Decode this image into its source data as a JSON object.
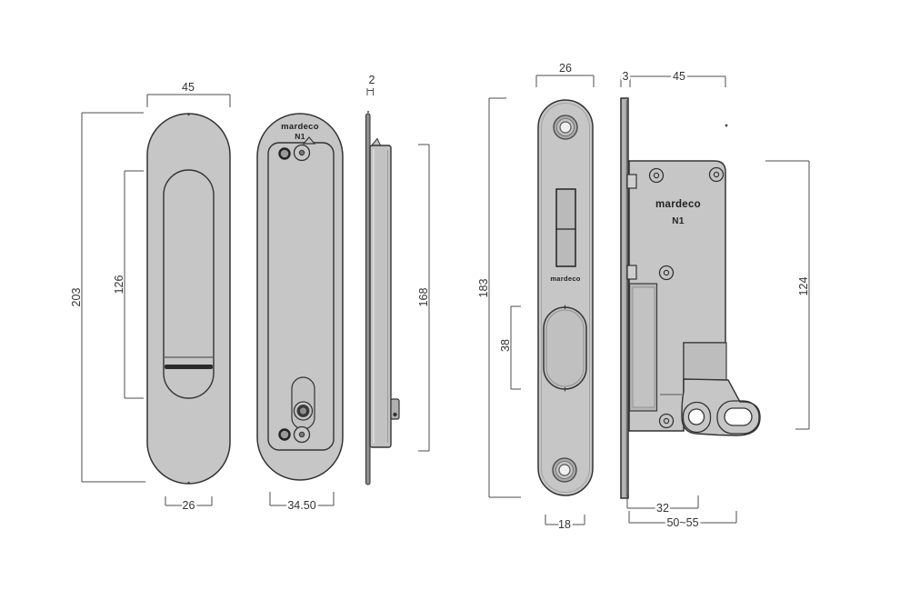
{
  "colors": {
    "background": "#ffffff",
    "part_fill": "#c6c6c6",
    "part_fill_dark": "#b5b5b5",
    "outline": "#333333",
    "dimension_line": "#4d4d4d",
    "dimension_text": "#333333"
  },
  "views": {
    "front_pull": {
      "dim_width": "45",
      "dim_height": "203",
      "dim_recess_height": "126",
      "dim_bottom_width": "26"
    },
    "back_pull": {
      "logo": "mardeco",
      "model": "N1",
      "dim_bottom_width": "34.50"
    },
    "side_profile": {
      "dim_thickness": "2",
      "dim_body_height": "168"
    },
    "faceplate": {
      "logo": "mardeco",
      "dim_width": "26",
      "dim_height": "183",
      "dim_cutout_height": "38",
      "dim_bottom_width": "18"
    },
    "lock_body": {
      "logo": "mardeco",
      "model": "N1",
      "dim_faceplate_thickness": "3",
      "dim_width": "45",
      "dim_height": "124",
      "dim_backset": "32",
      "dim_adjust_range": "50~55"
    }
  }
}
